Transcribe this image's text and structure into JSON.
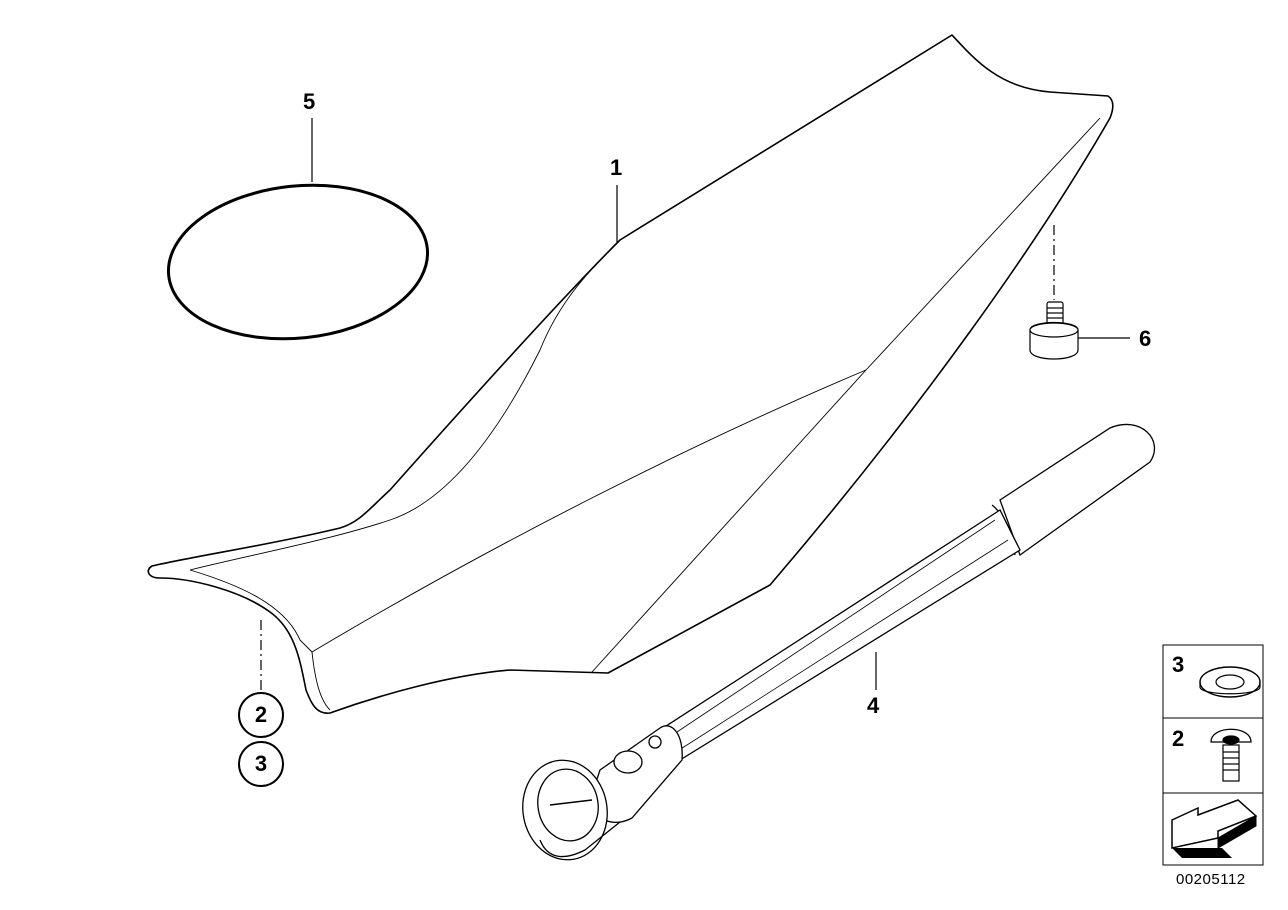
{
  "diagram": {
    "callouts": {
      "seat": "1",
      "pump": "4",
      "ring": "5",
      "screw": "6",
      "circled_top": "2",
      "circled_bottom": "3"
    },
    "legend": {
      "row1_num": "3",
      "row2_num": "2"
    },
    "doc_number": "00205112"
  }
}
